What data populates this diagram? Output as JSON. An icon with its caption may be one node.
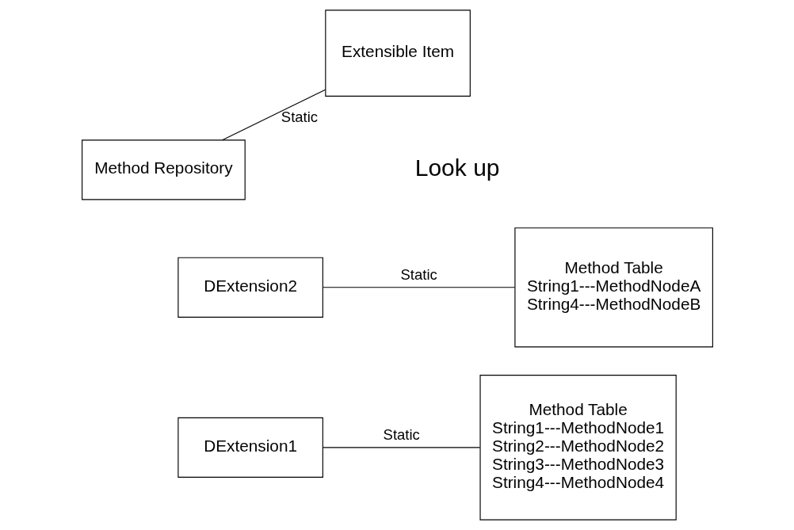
{
  "diagram": {
    "nodes": [
      {
        "text": [
          "Extensible Item"
        ]
      },
      {
        "text": [
          "Method Repository"
        ]
      },
      {
        "text": [
          "DExtension2"
        ]
      },
      {
        "text": [
          "DExtension1"
        ]
      },
      {
        "text": [
          "Method Table",
          "String1---MethodNodeA",
          "String4---MethodNodeB"
        ]
      },
      {
        "text": [
          "Method Table",
          "String1---MethodNode1",
          "String2---MethodNode2",
          "String3---MethodNode3",
          "String4---MethodNode4"
        ]
      }
    ],
    "edges": [
      {
        "from": 0,
        "to": 1,
        "arrow": "none",
        "label": "Static"
      },
      {
        "from": 2,
        "to": 4,
        "arrow": "none",
        "label": "Static"
      },
      {
        "from": 3,
        "to": 5,
        "arrow": "none",
        "label": "Static"
      }
    ],
    "labels": [
      "Look up"
    ]
  }
}
